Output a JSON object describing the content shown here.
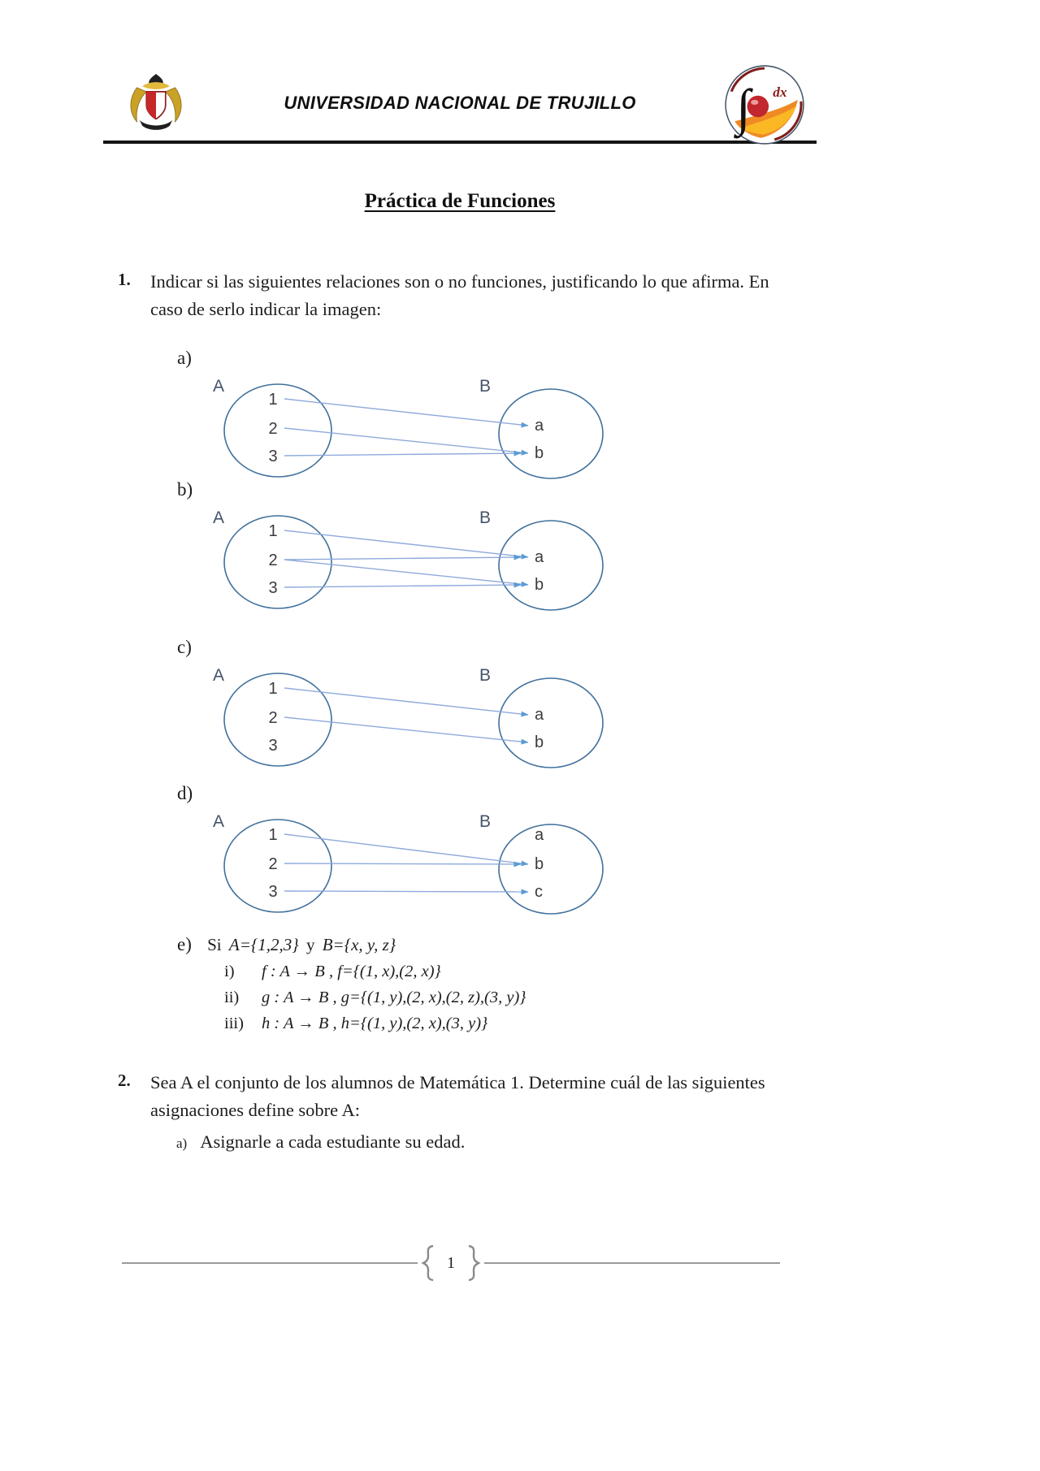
{
  "header": {
    "university_name": "UNIVERSIDAD NACIONAL DE TRUJILLO",
    "math_logo": {
      "integral_glyph": "∫",
      "dx_label": "dx"
    }
  },
  "title": "Práctica de Funciones",
  "question1": {
    "number": "1.",
    "text": "Indicar si las siguientes relaciones son o no funciones, justificando lo que afirma. En caso de serlo indicar la imagen:",
    "diagrams": [
      {
        "label": "a)",
        "set_a": "A",
        "set_b": "B",
        "A": [
          "1",
          "2",
          "3"
        ],
        "B": [
          "a",
          "b"
        ],
        "arrows": [
          [
            "1",
            "a"
          ],
          [
            "2",
            "b"
          ],
          [
            "3",
            "b"
          ]
        ]
      },
      {
        "label": "b)",
        "set_a": "A",
        "set_b": "B",
        "A": [
          "1",
          "2",
          "3"
        ],
        "B": [
          "a",
          "b"
        ],
        "arrows": [
          [
            "1",
            "a"
          ],
          [
            "2",
            "a"
          ],
          [
            "2",
            "b"
          ],
          [
            "3",
            "b"
          ]
        ]
      },
      {
        "label": "c)",
        "set_a": "A",
        "set_b": "B",
        "A": [
          "1",
          "2",
          "3"
        ],
        "B": [
          "a",
          "b"
        ],
        "arrows": [
          [
            "1",
            "a"
          ],
          [
            "2",
            "b"
          ]
        ]
      },
      {
        "label": "d)",
        "set_a": "A",
        "set_b": "B",
        "A": [
          "1",
          "2",
          "3"
        ],
        "B": [
          "a",
          "b",
          "c"
        ],
        "arrows": [
          [
            "1",
            "b"
          ],
          [
            "2",
            "b"
          ],
          [
            "3",
            "c"
          ]
        ]
      }
    ],
    "part_e": {
      "label": "e)",
      "prefix": "Si",
      "set_a": "A={1,2,3}",
      "conjunction": "y",
      "set_b": "B={x, y, z}",
      "lines": [
        {
          "label": "i)",
          "math": "f : A → B , f={(1, x),(2, x)}"
        },
        {
          "label": "ii)",
          "math": "g : A → B , g={(1, y),(2, x),(2, z),(3, y)}"
        },
        {
          "label": "iii)",
          "math": "h : A → B , h={(1, y),(2, x),(3, y)}"
        }
      ]
    }
  },
  "question2": {
    "number": "2.",
    "text": "Sea A el conjunto de los alumnos de Matemática 1. Determine cuál de las siguientes asignaciones define sobre A:",
    "subitems": [
      {
        "label": "a)",
        "text": "Asignarle a cada estudiante su edad."
      }
    ]
  },
  "footer": {
    "page_number": "1"
  },
  "diagram_style": {
    "ellipse": "#41719c",
    "arrow": "#8faadc",
    "arrow_head": "#5b9bd5",
    "label": "#44546a",
    "element": "#3b3b3b"
  }
}
